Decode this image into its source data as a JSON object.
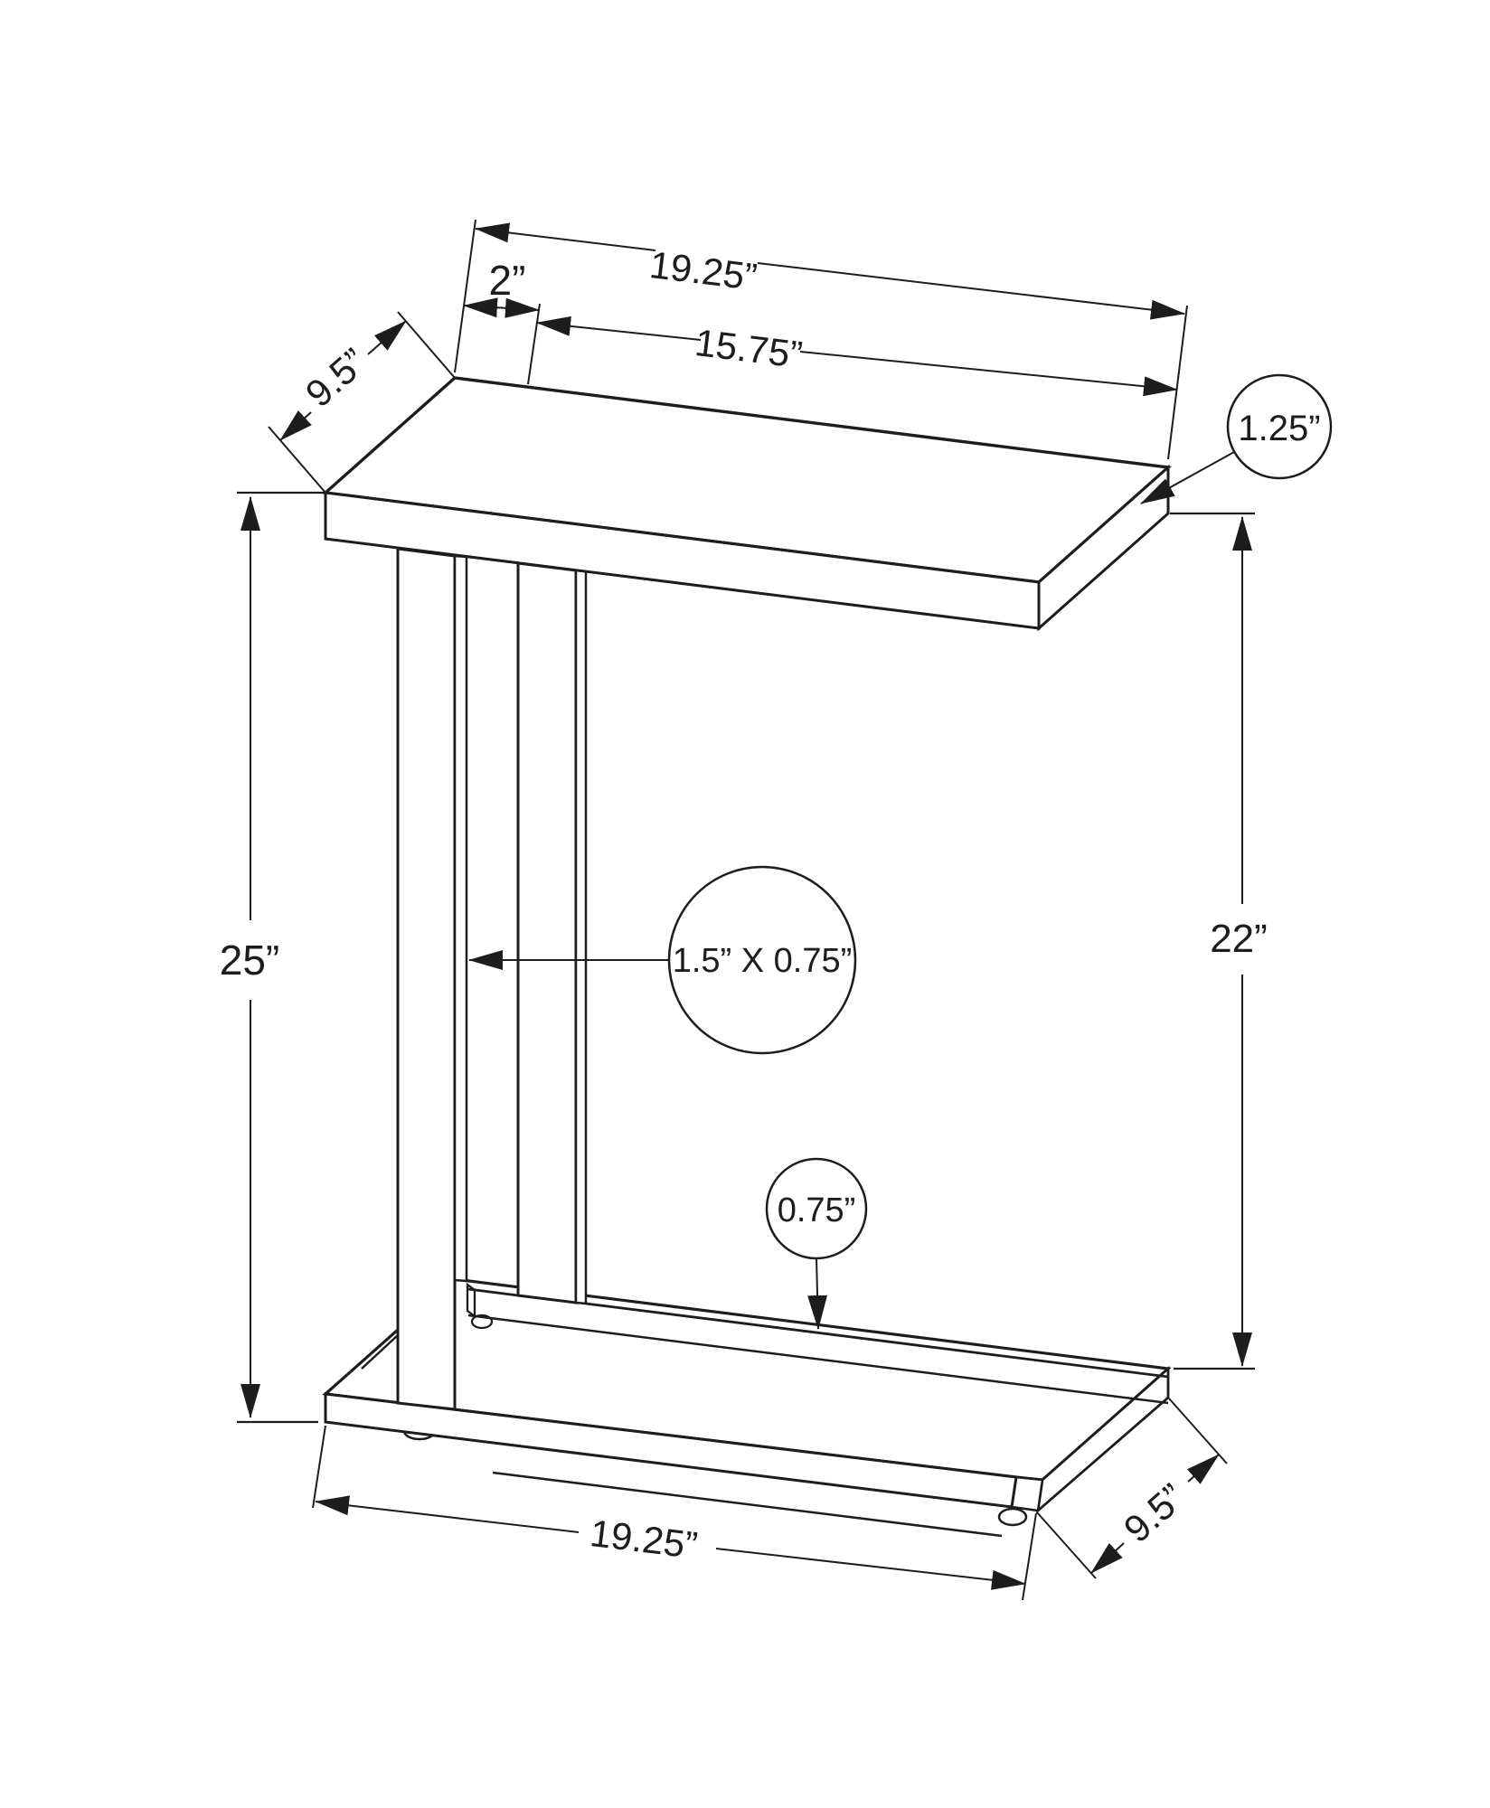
{
  "diagram": {
    "kind": "furniture-dimension-drawing",
    "labels": {
      "top_length": "19.25”",
      "top_overhang": "2”",
      "top_usable_length": "15.75”",
      "top_depth": "9.5”",
      "top_thickness": "1.25”",
      "overall_height": "25”",
      "clearance_height": "22”",
      "leg_tube_section": "1.5” X 0.75”",
      "base_thickness": "0.75”",
      "base_length": "19.25”",
      "base_depth": "9.5”"
    },
    "colors": {
      "ink": "#1d1d1b",
      "paper": "#ffffff"
    }
  }
}
